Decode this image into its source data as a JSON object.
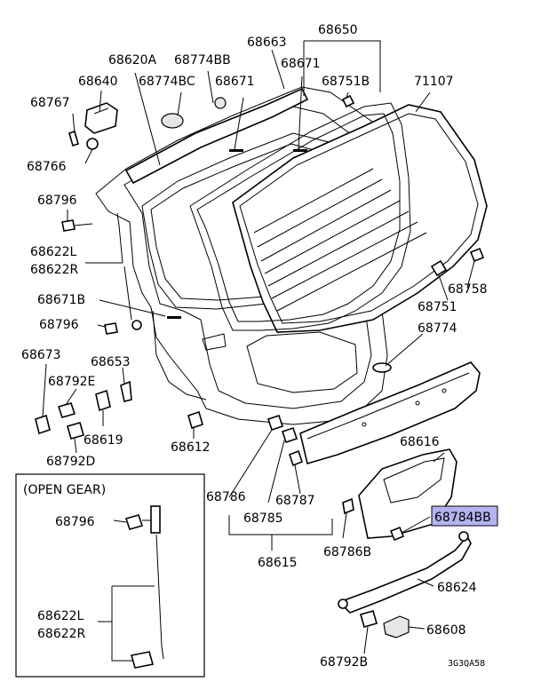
{
  "labels": {
    "p68650": "68650",
    "p68663": "68663",
    "p68620A": "68620A",
    "p68774BB": "68774BB",
    "p68640": "68640",
    "p68774BC": "68774BC",
    "p68671_top": "68671",
    "p68671_mid": "68671",
    "p68751B": "68751B",
    "p71107": "71107",
    "p68767": "68767",
    "p68766": "68766",
    "p68796_a": "68796",
    "p68622L_a": "68622L",
    "p68622R_a": "68622R",
    "p68671B": "68671B",
    "p68796_b": "68796",
    "p68758": "68758",
    "p68751": "68751",
    "p68774": "68774",
    "p68673": "68673",
    "p68653": "68653",
    "p68792E": "68792E",
    "p68619": "68619",
    "p68612": "68612",
    "p68792D": "68792D",
    "p68616": "68616",
    "p68786": "68786",
    "p68787": "68787",
    "p68785": "68785",
    "p68784BB": "68784BB",
    "p68786B": "68786B",
    "p68615": "68615",
    "p68624": "68624",
    "p68608": "68608",
    "p68792B": "68792B",
    "open_gear": "(OPEN GEAR)",
    "p68796_c": "68796",
    "p68622L_b": "68622L",
    "p68622R_b": "68622R",
    "diagram_code": "3G3QA58"
  },
  "highlight_color": "#b3b3f0"
}
